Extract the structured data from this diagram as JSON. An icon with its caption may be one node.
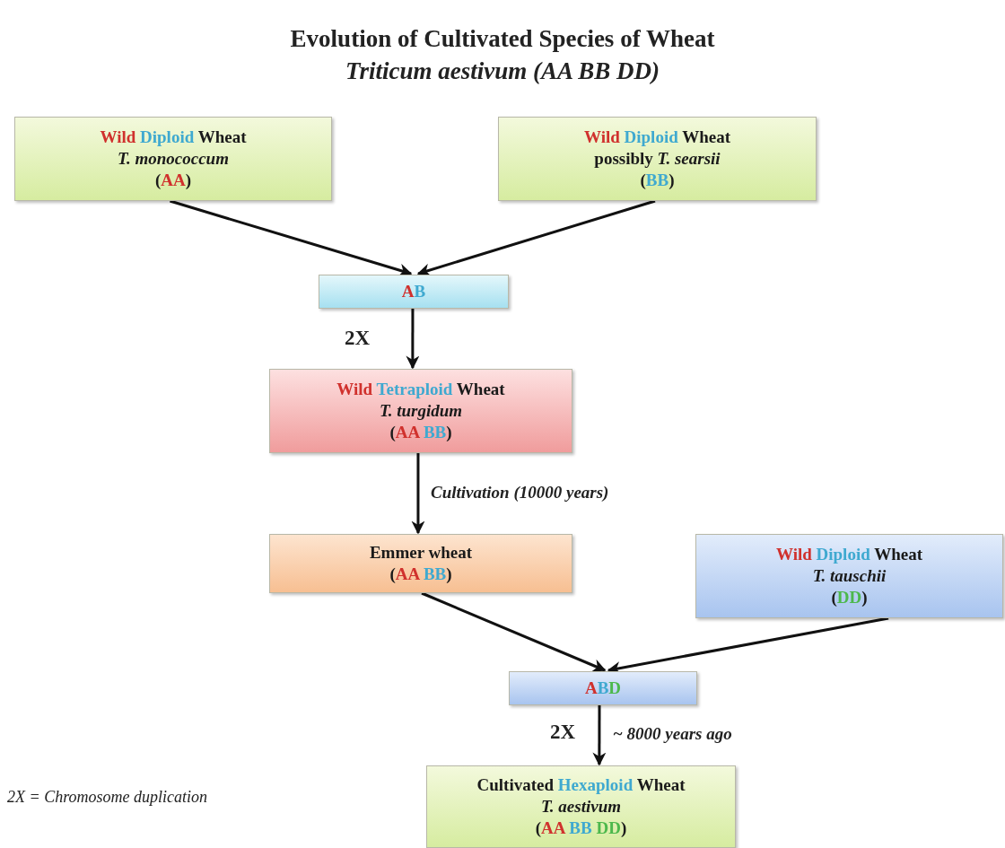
{
  "diagram": {
    "title": "Evolution of Cultivated Species of Wheat",
    "caption": "Triticum aestivum (AA BB DD)",
    "nodes": [
      {
        "text": [
          "Wild Diploid Wheat",
          "T. monococcum",
          "(AA)"
        ]
      },
      {
        "text": [
          "Wild Diploid Wheat",
          "possibly *T. searsii*",
          "(BB)"
        ]
      },
      {
        "text": [
          "AB"
        ]
      },
      {
        "text": [
          "Wild Tetraploid Wheat",
          "T. turgidum",
          "(AA BB)"
        ]
      },
      {
        "text": [
          "Emmer wheat",
          "(AA BB)"
        ]
      },
      {
        "text": [
          "Wild Diploid Wheat",
          "T. tauschii",
          "(DD)"
        ]
      },
      {
        "text": [
          "ABD"
        ]
      },
      {
        "text": [
          "Cultivated Hexaploid Wheat",
          "T. aestivum",
          "(AA BB DD)"
        ]
      }
    ],
    "edges": [
      {
        "from": 0,
        "to": 2,
        "arrow": "to"
      },
      {
        "from": 1,
        "to": 2,
        "arrow": "to"
      },
      {
        "from": 2,
        "to": 3,
        "arrow": "to",
        "label": "2X"
      },
      {
        "from": 3,
        "to": 4,
        "arrow": "to",
        "label": "Cultivation (10000 years)"
      },
      {
        "from": 4,
        "to": 6,
        "arrow": "to"
      },
      {
        "from": 5,
        "to": 6,
        "arrow": "to"
      },
      {
        "from": 6,
        "to": 7,
        "arrow": "to",
        "label": "~ 8000 years ago"
      }
    ],
    "labels": [
      "2X",
      "2X = Chromosome duplication"
    ]
  }
}
